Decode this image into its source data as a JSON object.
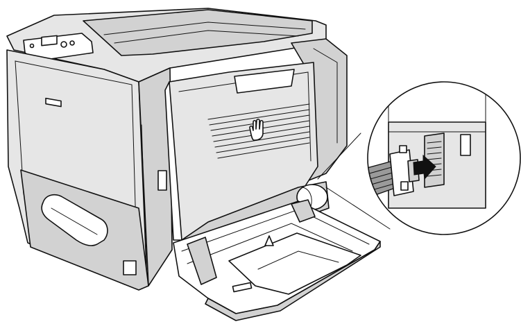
{
  "figure": {
    "subject-icons": [
      "printer",
      "rear-cover",
      "manual-feed-tray",
      "connector",
      "arrow",
      "hand-icon"
    ],
    "colors": {
      "line": "#111111",
      "body_fill": "#e6e6e6",
      "shade_fill": "#d2d2d2",
      "dark_fill": "#9a9a9a",
      "background": "#ffffff"
    }
  }
}
